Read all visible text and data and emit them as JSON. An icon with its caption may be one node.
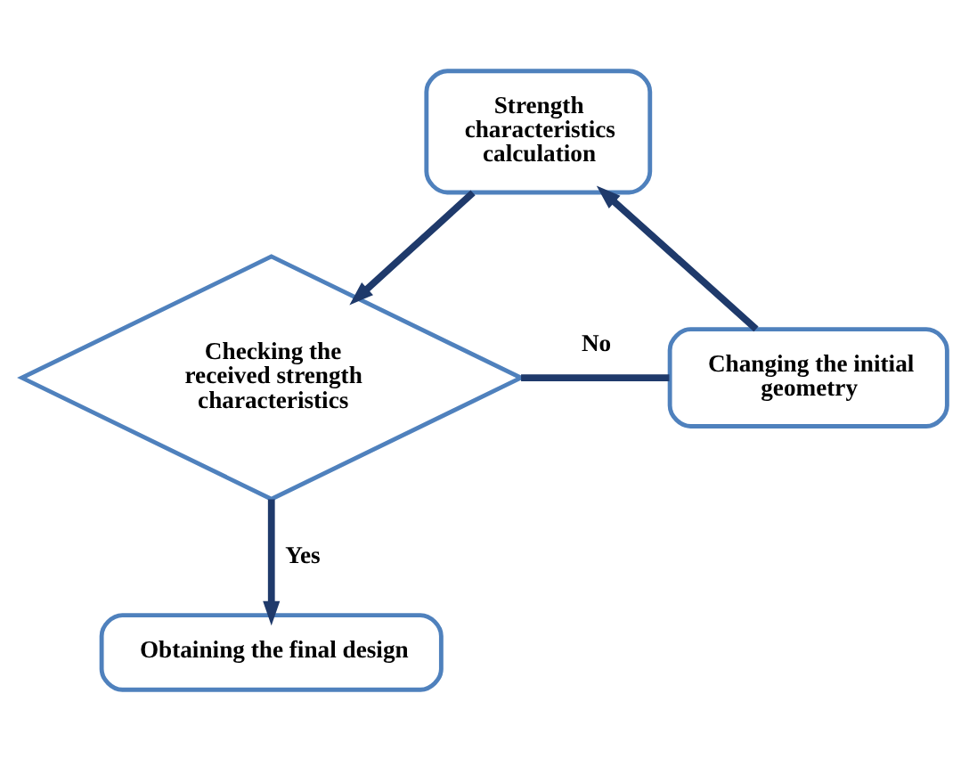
{
  "diagram": {
    "nodes": [
      {
        "text": [
          "Strength characteristics calculation"
        ]
      },
      {
        "text": [
          "Changing the initial geometry"
        ]
      },
      {
        "text": [
          "Checking the received strength characteristics"
        ]
      },
      {
        "text": [
          "Obtaining the final design"
        ]
      }
    ],
    "edges": [
      {
        "from": 0,
        "to": 2,
        "arrow": "to"
      },
      {
        "from": 2,
        "to": 1,
        "arrow": "none",
        "label": "No"
      },
      {
        "from": 1,
        "to": 0,
        "arrow": "to"
      },
      {
        "from": 2,
        "to": 3,
        "arrow": "to",
        "label": "Yes"
      }
    ]
  }
}
